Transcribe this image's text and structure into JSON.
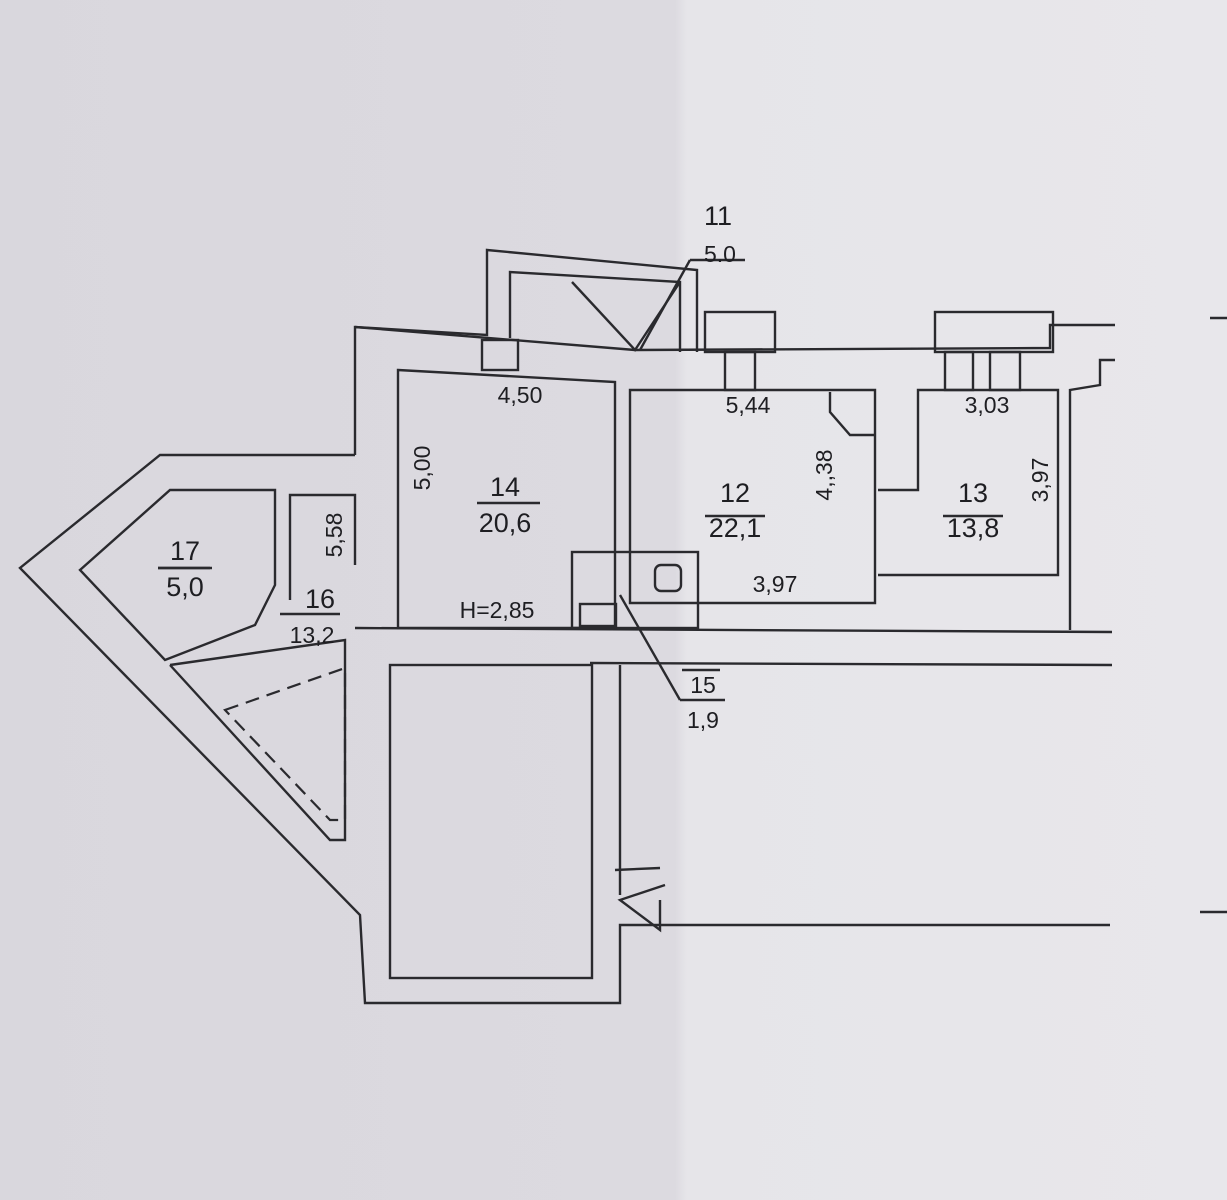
{
  "rooms": [
    {
      "number": "11",
      "area": "5.0"
    },
    {
      "number": "12",
      "area": "22,1"
    },
    {
      "number": "13",
      "area": "13,8"
    },
    {
      "number": "14",
      "area": "20,6"
    },
    {
      "number": "15",
      "area": "1,9"
    },
    {
      "number": "16",
      "area": "13,2"
    },
    {
      "number": "17",
      "area": "5,0"
    }
  ],
  "dimensions": {
    "room14_width": "4,50",
    "room14_length": "5,00",
    "room14_height": "H=2,85",
    "room12_width": "5,44",
    "room12_length": "4,,38",
    "room12_bottom": "3,97",
    "room13_width": "3,03",
    "room13_length": "3,97",
    "room16_length": "5,58"
  }
}
